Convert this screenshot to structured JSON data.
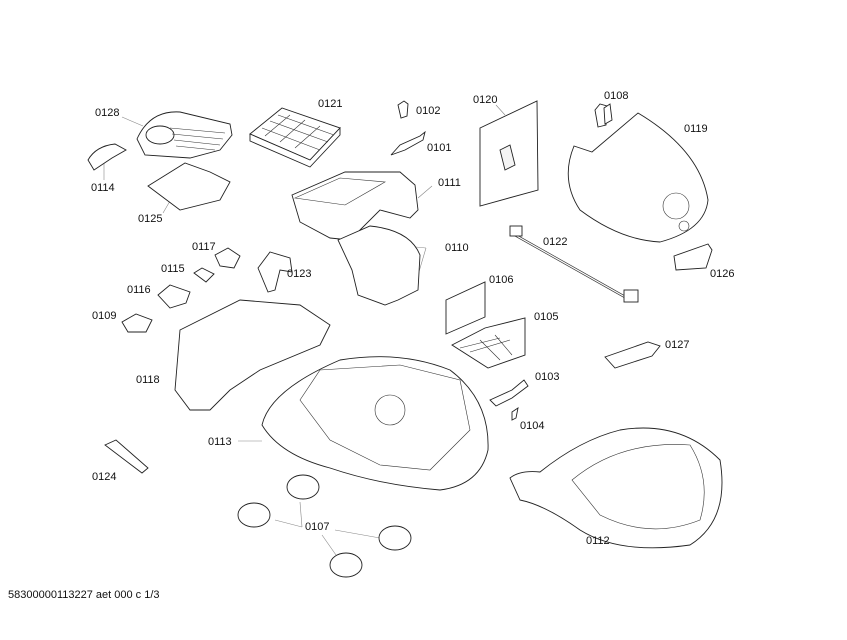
{
  "diagram": {
    "title": "Exploded parts view",
    "parts": [
      {
        "id": "0128",
        "label": "0128"
      },
      {
        "id": "0121",
        "label": "0121"
      },
      {
        "id": "0102",
        "label": "0102"
      },
      {
        "id": "0120",
        "label": "0120"
      },
      {
        "id": "0108",
        "label": "0108"
      },
      {
        "id": "0119",
        "label": "0119"
      },
      {
        "id": "0101",
        "label": "0101"
      },
      {
        "id": "0114",
        "label": "0114"
      },
      {
        "id": "0125",
        "label": "0125"
      },
      {
        "id": "0111",
        "label": "0111"
      },
      {
        "id": "0110",
        "label": "0110"
      },
      {
        "id": "0122",
        "label": "0122"
      },
      {
        "id": "0126",
        "label": "0126"
      },
      {
        "id": "0117",
        "label": "0117"
      },
      {
        "id": "0115",
        "label": "0115"
      },
      {
        "id": "0123",
        "label": "0123"
      },
      {
        "id": "0116",
        "label": "0116"
      },
      {
        "id": "0106",
        "label": "0106"
      },
      {
        "id": "0109",
        "label": "0109"
      },
      {
        "id": "0105",
        "label": "0105"
      },
      {
        "id": "0127",
        "label": "0127"
      },
      {
        "id": "0118",
        "label": "0118"
      },
      {
        "id": "0103",
        "label": "0103"
      },
      {
        "id": "0113",
        "label": "0113"
      },
      {
        "id": "0104",
        "label": "0104"
      },
      {
        "id": "0124",
        "label": "0124"
      },
      {
        "id": "0107",
        "label": "0107"
      },
      {
        "id": "0112",
        "label": "0112"
      }
    ]
  },
  "footer": {
    "reference": "58300000113227 aet 000 c 1/3"
  }
}
